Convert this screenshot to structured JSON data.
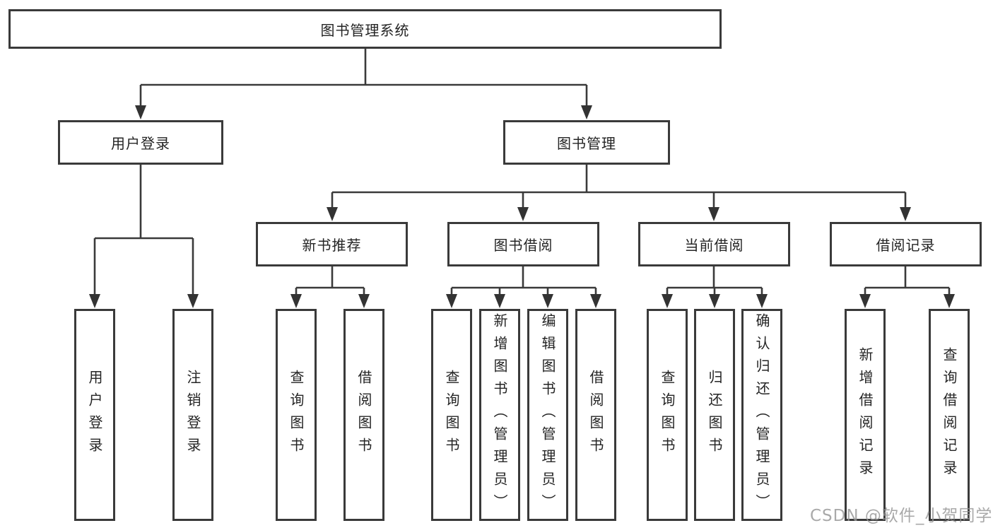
{
  "colors": {
    "line": "#3a3a3a",
    "box_border": "#3a3a3a",
    "text": "#242424",
    "watermark": "#969696",
    "background": "#ffffff"
  },
  "watermark": {
    "text": "CSDN @软件_小贺同学"
  },
  "tree": {
    "root": "图书管理系统",
    "children": [
      {
        "label": "用户登录",
        "children": [
          {
            "label": "用户登录"
          },
          {
            "label": "注销登录"
          }
        ]
      },
      {
        "label": "图书管理",
        "children": [
          {
            "label": "新书推荐",
            "children": [
              {
                "label": "查询图书"
              },
              {
                "label": "借阅图书"
              }
            ]
          },
          {
            "label": "图书借阅",
            "children": [
              {
                "label": "查询图书"
              },
              {
                "label": "新增图书（管理员）"
              },
              {
                "label": "编辑图书（管理员）"
              },
              {
                "label": "借阅图书"
              }
            ]
          },
          {
            "label": "当前借阅",
            "children": [
              {
                "label": "查询图书"
              },
              {
                "label": "归还图书"
              },
              {
                "label": "确认归还（管理员）"
              }
            ]
          },
          {
            "label": "借阅记录",
            "children": [
              {
                "label": "新增借阅记录"
              },
              {
                "label": "查询借阅记录"
              }
            ]
          }
        ]
      }
    ]
  }
}
